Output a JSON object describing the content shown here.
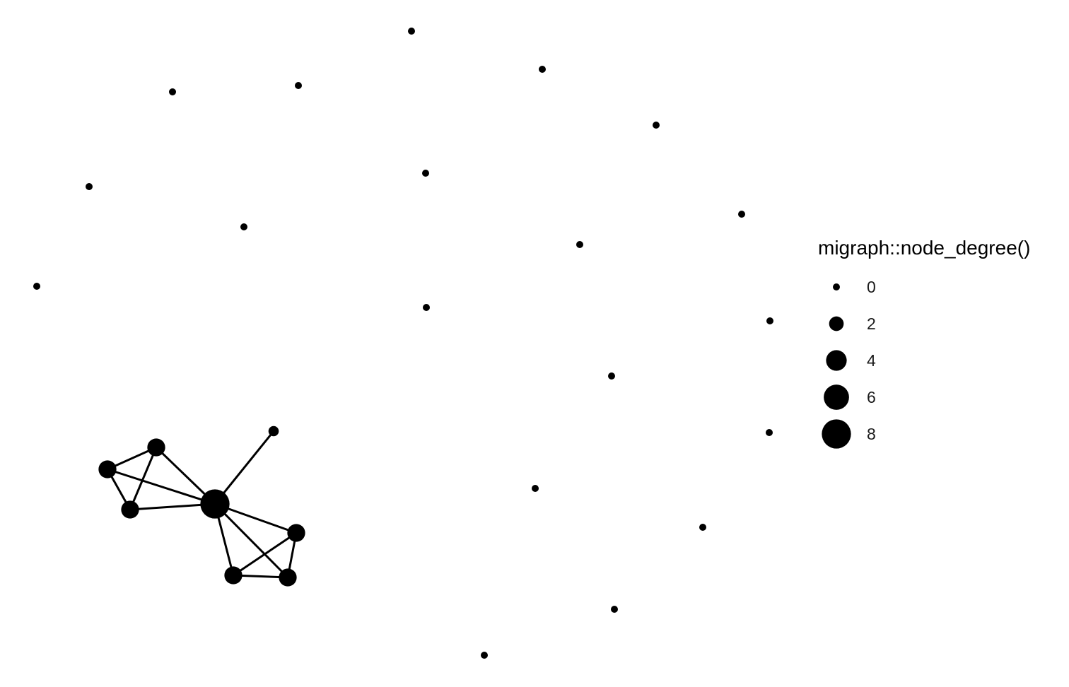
{
  "legend": {
    "title": "migraph::node_degree()",
    "entries": [
      {
        "label": "0",
        "degree": 0
      },
      {
        "label": "2",
        "degree": 2
      },
      {
        "label": "4",
        "degree": 4
      },
      {
        "label": "6",
        "degree": 6
      },
      {
        "label": "8",
        "degree": 8
      }
    ]
  },
  "network": {
    "node_color": "#000000",
    "edge_color": "#000000",
    "nodes": [
      {
        "id": "a",
        "degree": 3
      },
      {
        "id": "b",
        "degree": 3
      },
      {
        "id": "c",
        "degree": 3
      },
      {
        "id": "hub",
        "degree": 8
      },
      {
        "id": "leaf",
        "degree": 1
      },
      {
        "id": "d",
        "degree": 3
      },
      {
        "id": "e",
        "degree": 3
      },
      {
        "id": "f",
        "degree": 3
      },
      {
        "id": "iso1",
        "degree": 0
      },
      {
        "id": "iso2",
        "degree": 0
      },
      {
        "id": "iso3",
        "degree": 0
      },
      {
        "id": "iso4",
        "degree": 0
      },
      {
        "id": "iso5",
        "degree": 0
      },
      {
        "id": "iso6",
        "degree": 0
      },
      {
        "id": "iso7",
        "degree": 0
      },
      {
        "id": "iso8",
        "degree": 0
      },
      {
        "id": "iso9",
        "degree": 0
      },
      {
        "id": "iso10",
        "degree": 0
      },
      {
        "id": "iso11",
        "degree": 0
      },
      {
        "id": "iso12",
        "degree": 0
      },
      {
        "id": "iso13",
        "degree": 0
      },
      {
        "id": "iso14",
        "degree": 0
      },
      {
        "id": "iso15",
        "degree": 0
      },
      {
        "id": "iso16",
        "degree": 0
      },
      {
        "id": "iso17",
        "degree": 0
      },
      {
        "id": "iso18",
        "degree": 0
      }
    ],
    "edges": [
      [
        "a",
        "b"
      ],
      [
        "a",
        "c"
      ],
      [
        "b",
        "c"
      ],
      [
        "a",
        "hub"
      ],
      [
        "b",
        "hub"
      ],
      [
        "c",
        "hub"
      ],
      [
        "hub",
        "leaf"
      ],
      [
        "hub",
        "d"
      ],
      [
        "hub",
        "e"
      ],
      [
        "hub",
        "f"
      ],
      [
        "d",
        "e"
      ],
      [
        "d",
        "f"
      ],
      [
        "e",
        "f"
      ]
    ]
  }
}
